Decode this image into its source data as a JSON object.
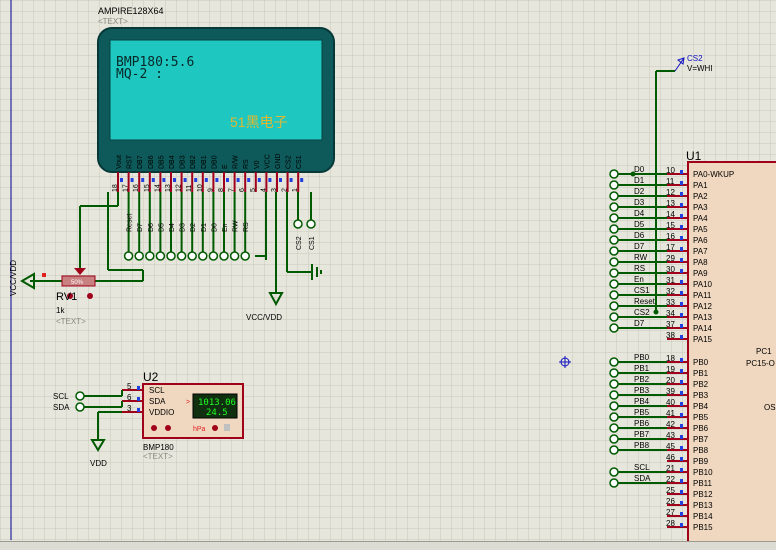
{
  "lcd": {
    "title": "AMPIRE128X64",
    "text_tag": "<TEXT>",
    "line1": "BMP180:5.6",
    "line2": "MQ-2  :",
    "watermark": "51黑电子",
    "pins": [
      "Vout",
      "RST",
      "DB7",
      "DB6",
      "DB5",
      "DB4",
      "DB3",
      "DB2",
      "DB1",
      "DB0",
      "E",
      "R/W",
      "RS",
      "V0",
      "VCC",
      "GND",
      "CS2",
      "CS1"
    ],
    "pin_numbers": [
      "18",
      "17",
      "16",
      "15",
      "14",
      "13",
      "12",
      "11",
      "10",
      "9",
      "8",
      "7",
      "6",
      "5",
      "4",
      "3",
      "2",
      "1"
    ]
  },
  "lcd_bus_labels": [
    "Reset",
    "D7",
    "D6",
    "D5",
    "D4",
    "D3",
    "D2",
    "D1",
    "D0",
    "En",
    "RW",
    "RS"
  ],
  "lcd_cs_labels": [
    "CS2",
    "CS1"
  ],
  "vcc_vdd_label": "VCC/VDD",
  "left_vcc_label": "VCC/VDD",
  "pot": {
    "name": "RV1",
    "value": "1k",
    "text_tag": "<TEXT>",
    "percent": "50%"
  },
  "probe": {
    "name": "CS2",
    "value": "V=WHI"
  },
  "mcu": {
    "name": "U1",
    "right_labels": [
      "PC1",
      "PC15-O",
      "OS"
    ],
    "pa_nets": [
      "D0",
      "D1",
      "D2",
      "D3",
      "D4",
      "D5",
      "D6",
      "D7",
      "RW",
      "RS",
      "En",
      "CS1",
      "Reset",
      "CS2",
      "D7",
      "",
      ""
    ],
    "pa_pins": [
      "10",
      "11",
      "12",
      "13",
      "14",
      "15",
      "16",
      "17",
      "29",
      "30",
      "31",
      "32",
      "33",
      "34",
      "37",
      "38"
    ],
    "pa_labels": [
      "PA0-WKUP",
      "PA1",
      "PA2",
      "PA3",
      "PA4",
      "PA5",
      "PA6",
      "PA7",
      "PA8",
      "PA9",
      "PA10",
      "PA11",
      "PA12",
      "PA13",
      "PA14",
      "PA15"
    ],
    "pa_left_nets": [
      "D0",
      "D1",
      "D2",
      "D3",
      "D4",
      "D5",
      "D6",
      "D7",
      "RW",
      "RS",
      "En",
      "CS1",
      "Reset",
      "CS2",
      "D7",
      ""
    ],
    "pb_left_nets": [
      "PB0",
      "PB1",
      "PB2",
      "PB3",
      "PB4",
      "PB5",
      "PB6",
      "PB7",
      "PB8",
      "",
      "SCL",
      "SDA",
      "",
      "",
      "",
      ""
    ],
    "pb_pins": [
      "18",
      "19",
      "20",
      "39",
      "40",
      "41",
      "42",
      "43",
      "45",
      "46",
      "21",
      "22",
      "25",
      "26",
      "27",
      "28"
    ],
    "pb_labels": [
      "PB0",
      "PB1",
      "PB2",
      "PB3",
      "PB4",
      "PB5",
      "PB6",
      "PB7",
      "PB8",
      "PB9",
      "PB10",
      "PB11",
      "PB12",
      "PB13",
      "PB14",
      "PB15"
    ]
  },
  "bmp": {
    "name": "U2",
    "part": "BMP180",
    "text_tag": "<TEXT>",
    "pins": [
      "SCL",
      "SDA",
      "VDDIO"
    ],
    "pin_numbers": [
      "5",
      "6",
      "3"
    ],
    "nets": [
      "SCL",
      "SDA"
    ],
    "display_pressure": "1013.06",
    "display_temp": "24.5",
    "unit": "hPa",
    "vdd_label": "VDD"
  },
  "colors": {
    "wire": "#005a00",
    "body_red": "#a0001a",
    "lcd_green": "#1ec8c0",
    "mcu_fill": "#f0d8c0",
    "grid": "#c8c8bc"
  }
}
